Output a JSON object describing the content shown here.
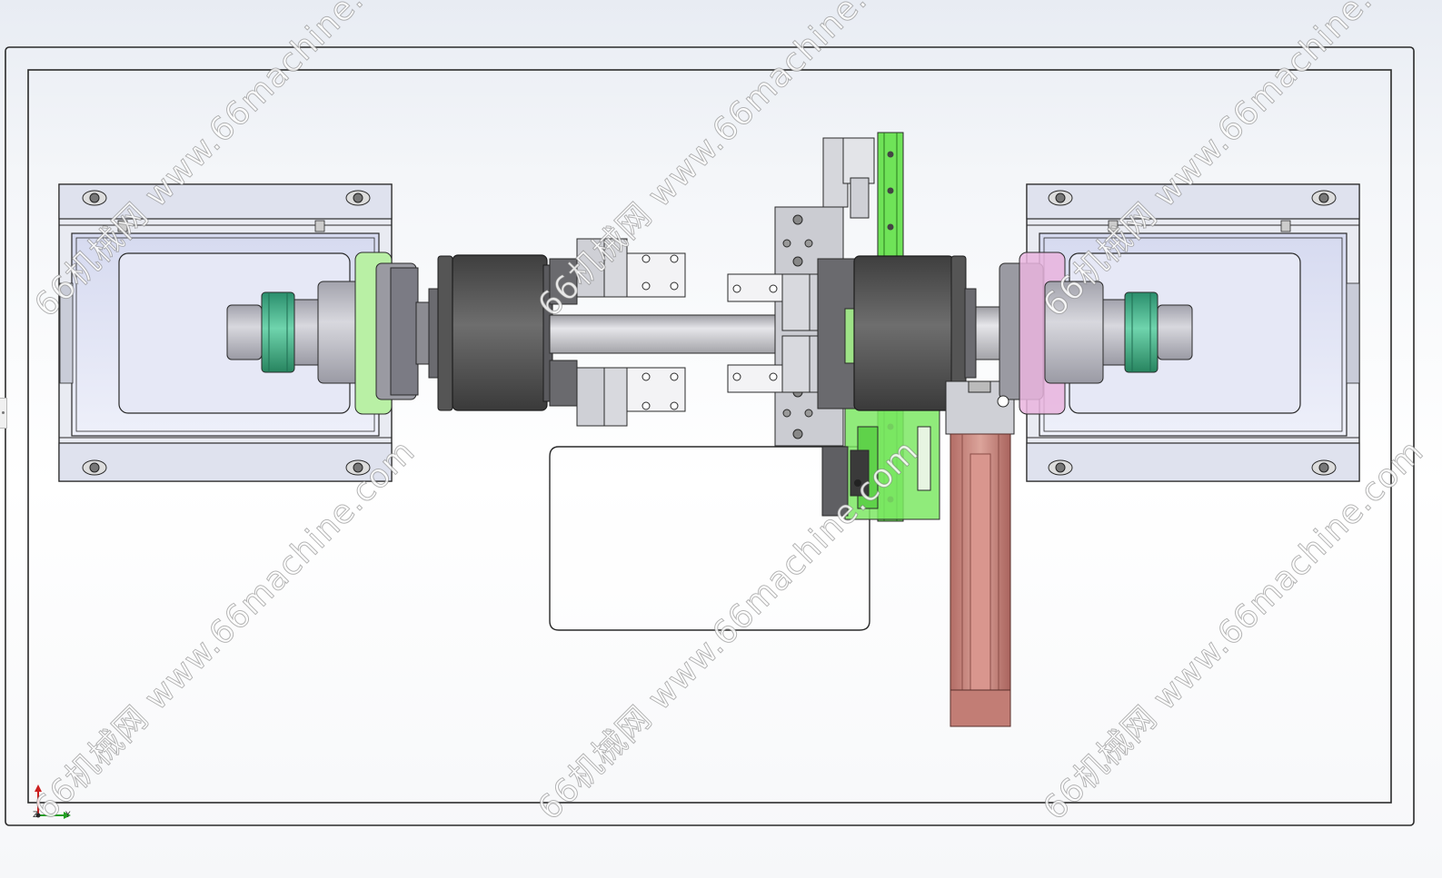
{
  "watermark": {
    "text": "66机械网 www.66machine.com"
  },
  "triad": {
    "axis_y": "Y",
    "axis_z": "Z"
  },
  "colors": {
    "background_top": "#e8ecf3",
    "outline": "#2a2a2a",
    "sheet_metal": "#d9dbe8",
    "window_blue": "#e3e6f5",
    "roller_dark": "#5b5b5b",
    "shaft": "#c8c8cc",
    "steel": "#c6c6ca",
    "pulley_green": "#3bb58d",
    "rail_green": "#5fe04a",
    "pink_part": "#e4a6d9",
    "cylinder_red": "#c9857d",
    "triad_red": "#cc2020",
    "triad_green": "#22a022"
  }
}
